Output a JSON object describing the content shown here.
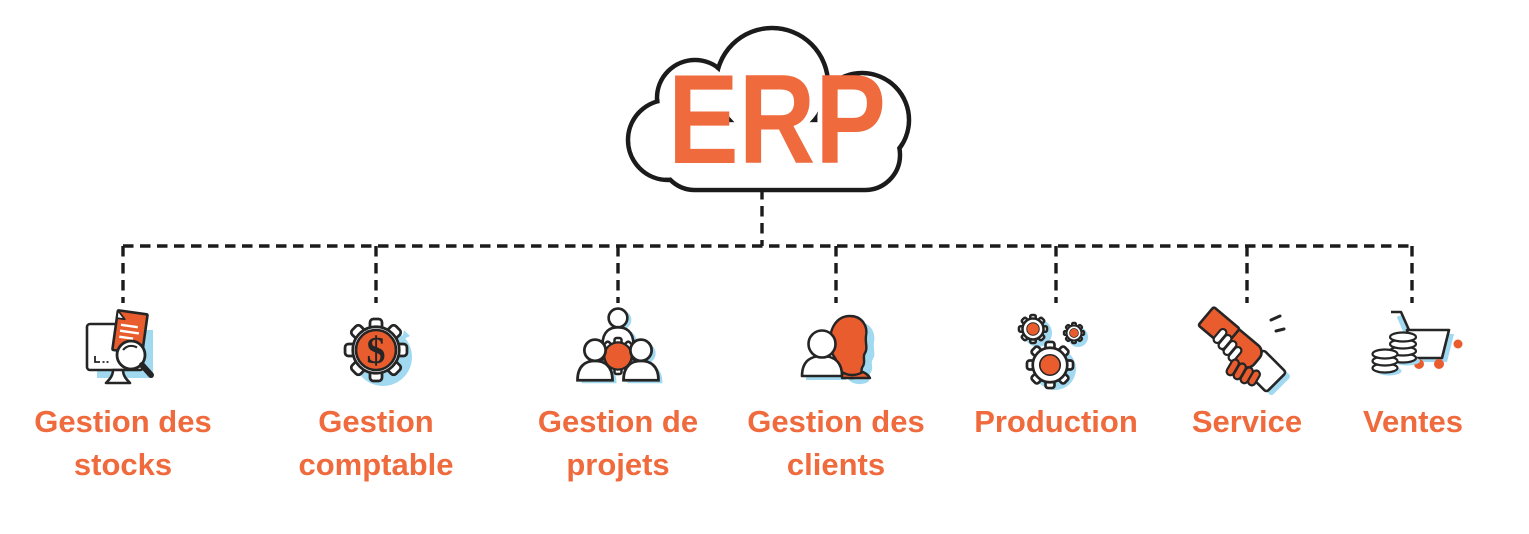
{
  "title": "ERP",
  "colors": {
    "accent_text": "#EF6A3C",
    "accent_fill": "#E95C2E",
    "shadow": "#A0D9F0",
    "outline": "#252525",
    "line": "#1B1B1B",
    "background": "#FFFFFF"
  },
  "modules": [
    {
      "id": "gestion-stocks",
      "label": "Gestion des stocks",
      "line1": "Gestion des",
      "line2": "stocks",
      "icon": "inventory-search-monitor-icon"
    },
    {
      "id": "gestion-comptable",
      "label": "Gestion comptable",
      "line1": "Gestion",
      "line2": "comptable",
      "icon": "dollar-gear-icon",
      "symbol": "$"
    },
    {
      "id": "gestion-projets",
      "label": "Gestion de projets",
      "line1": "Gestion de",
      "line2": "projets",
      "icon": "team-gear-icon"
    },
    {
      "id": "gestion-clients",
      "label": "Gestion des clients",
      "line1": "Gestion des",
      "line2": "clients",
      "icon": "customers-icon"
    },
    {
      "id": "production",
      "label": "Production",
      "line1": "Production",
      "line2": "",
      "icon": "gears-icon"
    },
    {
      "id": "service",
      "label": "Service",
      "line1": "Service",
      "line2": "",
      "icon": "handshake-icon"
    },
    {
      "id": "ventes",
      "label": "Ventes",
      "line1": "Ventes",
      "line2": "",
      "icon": "shopping-cart-coins-icon"
    }
  ]
}
